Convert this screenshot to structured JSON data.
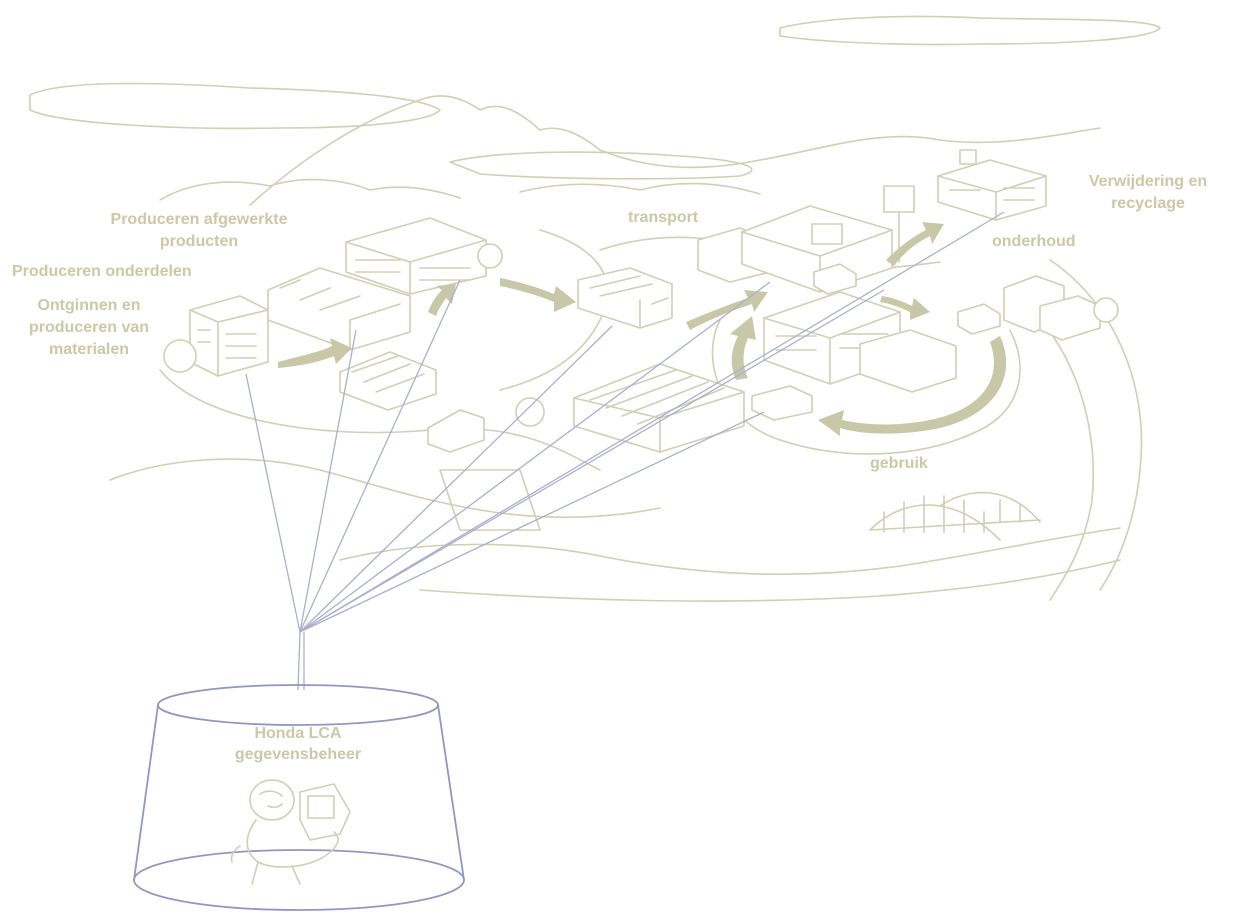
{
  "labels": {
    "produceren_afgewerkte": "Produceren afgewerkte",
    "producten": "producten",
    "produceren_onderdelen": "Produceren onderdelen",
    "ontginnen": "Ontginnen en",
    "produceren_van": "produceren van",
    "materialen": "materialen",
    "transport": "transport",
    "verwijdering": "Verwijdering en",
    "recyclage": "recyclage",
    "onderhoud": "onderhoud",
    "gebruik": "gebruik",
    "honda_lca": "Honda LCA",
    "gegevensbeheer": "gegevensbeheer"
  },
  "colors": {
    "label_text": "#c9c9a6",
    "sketch_lines": "#cfcfb4",
    "rays": "#aab0cc",
    "container_outline": "#8f97c2",
    "flow_arrows": "#c8c8a8"
  }
}
